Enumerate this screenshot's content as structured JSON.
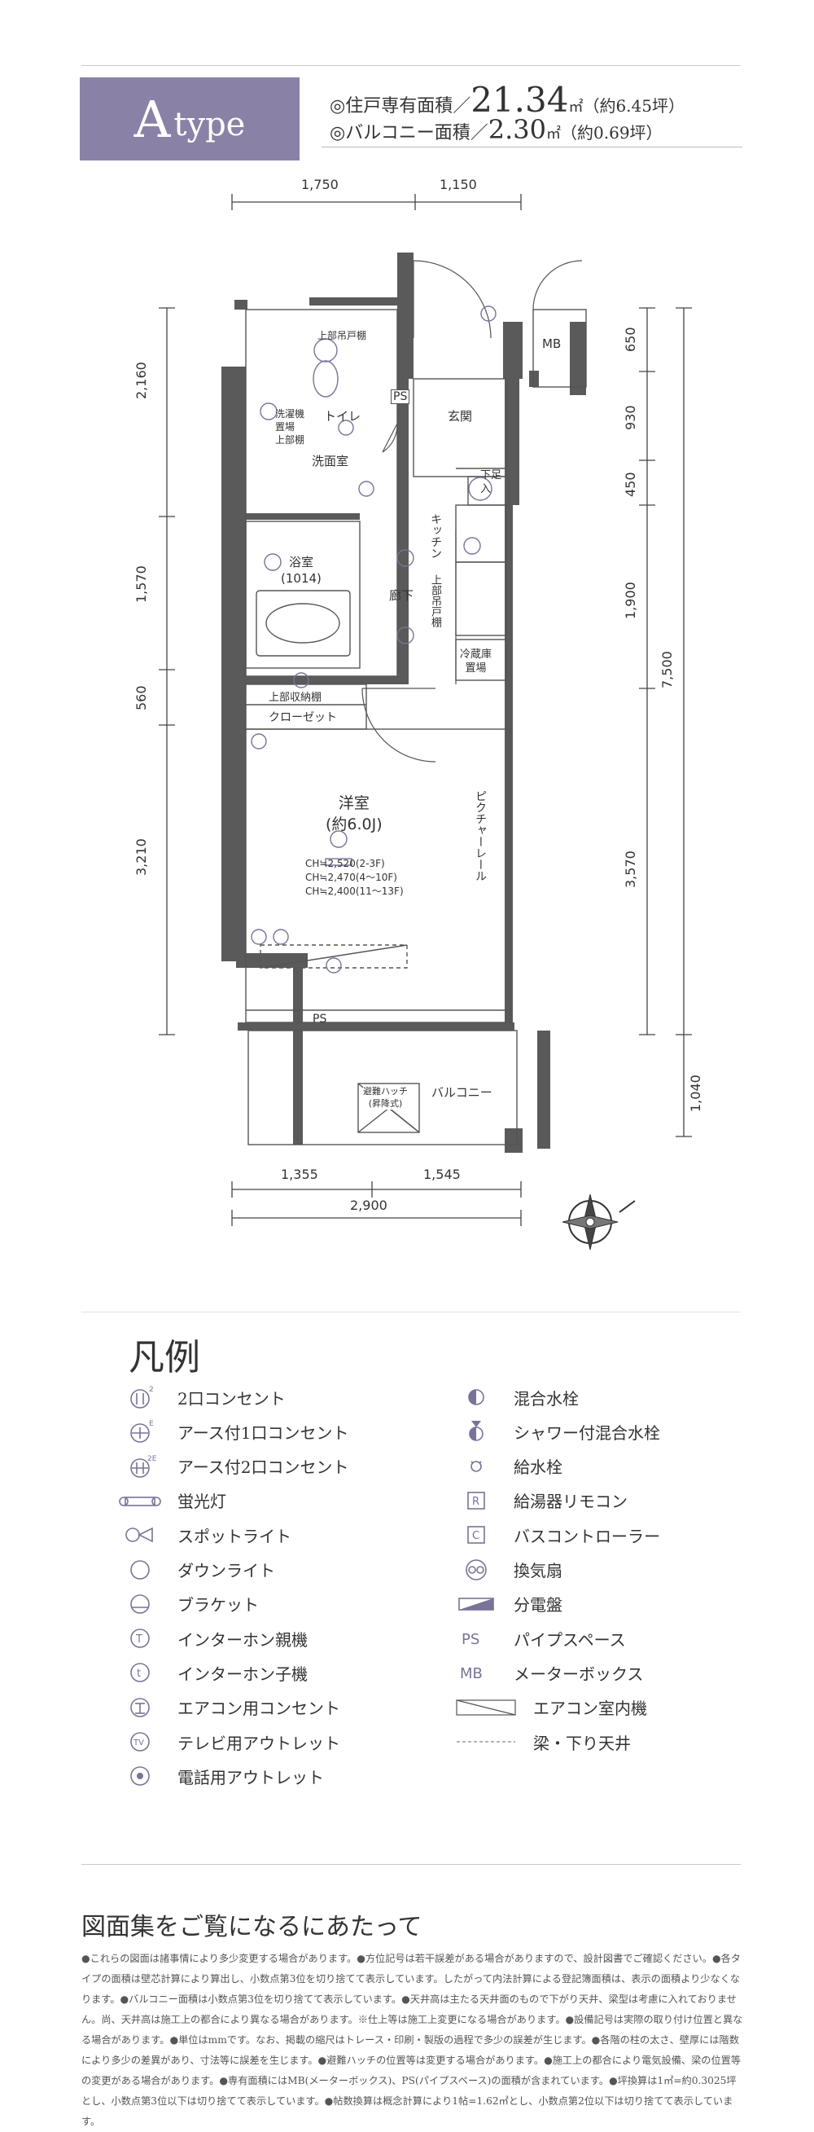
{
  "header": {
    "type_letter": "A",
    "type_word": "type",
    "unit_area_label": "◎住戸専有面積／",
    "unit_area_value": "21.34",
    "unit_area_unit": "㎡",
    "unit_area_tsubo": "（約6.45坪）",
    "balcony_area_label": "◎バルコニー面積／",
    "balcony_area_value": "2.30",
    "balcony_area_unit": "㎡",
    "balcony_area_tsubo": "（約0.69坪）"
  },
  "plan": {
    "dims_top": [
      "1,750",
      "1,150"
    ],
    "dims_left": [
      "2,160",
      "1,570",
      "560",
      "3,210"
    ],
    "dims_right": [
      "650",
      "930",
      "450",
      "1,900",
      "3,570"
    ],
    "dim_total_right": "7,500",
    "dim_balcony": "1,040",
    "dims_bottom": [
      "1,355",
      "1,545"
    ],
    "dim_total_bottom": "2,900",
    "rooms": {
      "mb": "MB",
      "upper_cabinet_top": "上部吊戸棚",
      "ps_top": "PS",
      "toilet": "トイレ",
      "entrance": "玄関",
      "washer_1": "洗濯機",
      "washer_2": "置場",
      "washer_3": "上部棚",
      "washroom": "洗面室",
      "shoe_1": "下足",
      "shoe_2": "入",
      "kitchen": "キッチン",
      "kitchen_cabinet": "上部吊戸棚",
      "bath_1": "浴室",
      "bath_2": "(1014)",
      "corridor": "廊下",
      "fridge_1": "冷蔵庫",
      "fridge_2": "置場",
      "upper_storage": "上部収納棚",
      "closet": "クローゼット",
      "western_1": "洋室",
      "western_2": "(約6.0J)",
      "ch_1": "CH≒2,520(2-3F)",
      "ch_2": "CH≒2,470(4〜10F)",
      "ch_3": "CH≒2,400(11〜13F)",
      "picture_rail": "ピクチャーレール",
      "ps_bottom": "PS",
      "hatch_1": "避難ハッチ",
      "hatch_2": "(昇降式)",
      "balcony": "バルコニー"
    }
  },
  "legend": {
    "title": "凡例",
    "left": [
      {
        "icon": "outlet-2-icon",
        "label": "2口コンセント"
      },
      {
        "icon": "outlet-earth-1-icon",
        "label": "アース付1口コンセント"
      },
      {
        "icon": "outlet-earth-2-icon",
        "label": "アース付2口コンセント"
      },
      {
        "icon": "fluorescent-light-icon",
        "label": "蛍光灯"
      },
      {
        "icon": "spotlight-icon",
        "label": "スポットライト"
      },
      {
        "icon": "downlight-icon",
        "label": "ダウンライト"
      },
      {
        "icon": "bracket-light-icon",
        "label": "ブラケット"
      },
      {
        "icon": "intercom-master-icon",
        "label": "インターホン親機"
      },
      {
        "icon": "intercom-slave-icon",
        "label": "インターホン子機"
      },
      {
        "icon": "ac-outlet-icon",
        "label": "エアコン用コンセント"
      },
      {
        "icon": "tv-outlet-icon",
        "label": "テレビ用アウトレット"
      },
      {
        "icon": "phone-outlet-icon",
        "label": "電話用アウトレット"
      }
    ],
    "right": [
      {
        "icon": "mixing-faucet-icon",
        "label": "混合水栓"
      },
      {
        "icon": "shower-faucet-icon",
        "label": "シャワー付混合水栓"
      },
      {
        "icon": "water-tap-icon",
        "label": "給水栓"
      },
      {
        "icon": "heater-remote-icon",
        "label": "給湯器リモコン"
      },
      {
        "icon": "bath-controller-icon",
        "label": "バスコントローラー"
      },
      {
        "icon": "ventilation-fan-icon",
        "label": "換気扇"
      },
      {
        "icon": "distribution-board-icon",
        "label": "分電盤"
      },
      {
        "icon": "pipe-space-icon",
        "label": "パイプスペース",
        "abbr": "PS"
      },
      {
        "icon": "meter-box-icon",
        "label": "メーターボックス",
        "abbr": "MB"
      },
      {
        "icon": "ac-indoor-unit-icon",
        "label": "エアコン室内機"
      },
      {
        "icon": "beam-ceiling-icon",
        "label": "梁・下り天井"
      }
    ]
  },
  "notes": {
    "title": "図面集をご覧になるにあたって",
    "body": "●これらの図面は諸事情により多少変更する場合があります。●方位記号は若干誤差がある場合がありますので、設計図書でご確認ください。●各タイプの面積は壁芯計算により算出し、小数点第3位を切り捨てて表示しています。したがって内法計算による登記簿面積は、表示の面積より少なくなります。●バルコニー面積は小数点第3位を切り捨てて表示しています。●天井高は主たる天井面のもので下がり天井、梁型は考慮に入れておりません。尚、天井高は施工上の都合により異なる場合があります。※仕上等は施工上変更になる場合があります。●設備記号は実際の取り付け位置と異なる場合があります。●単位はmmです。なお、掲載の縮尺はトレース・印刷・製版の過程で多少の誤差が生じます。●各階の柱の太さ、壁厚には階数により多少の差異があり、寸法等に誤差を生じます。●避難ハッチの位置等は変更する場合があります。●施工上の都合により電気設備、梁の位置等の変更がある場合があります。●専有面積にはMB(メーターボックス)、PS(パイプスペース)の面積が含まれています。●坪換算は1㎡=約0.3025坪とし、小数点第3位以下は切り捨てて表示しています。●帖数換算は概念計算により1帖=1.62㎡とし、小数点第2位以下は切り捨てて表示しています。"
  },
  "colors": {
    "accent": "#8a82a6",
    "icon": "#7a7398",
    "wall": "#5a5a5a",
    "dim_line": "#444444"
  }
}
